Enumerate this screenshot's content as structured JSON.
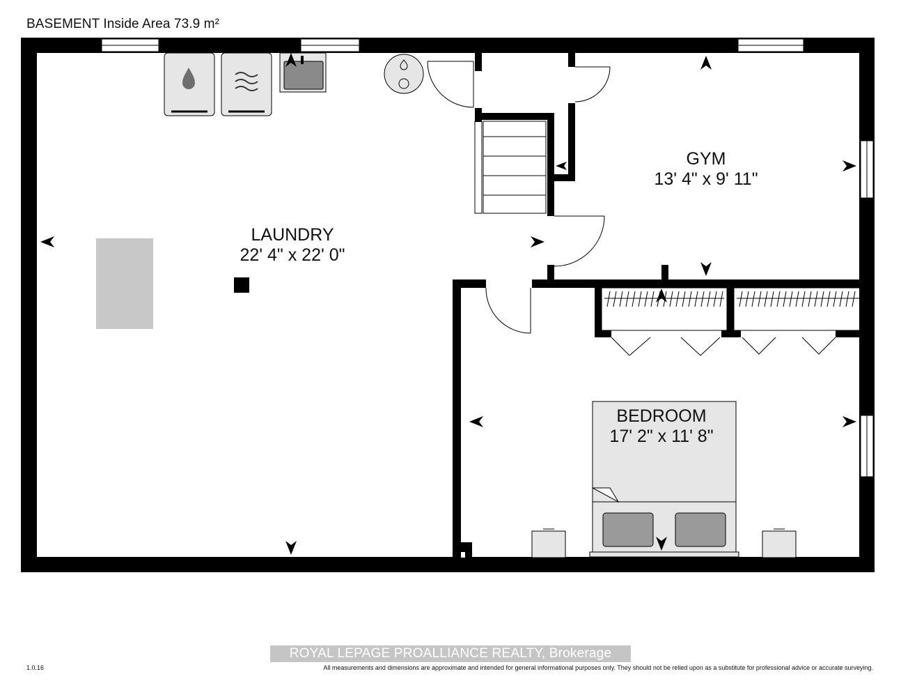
{
  "title": "BASEMENT Inside Area 73.9 m²",
  "rooms": {
    "laundry": {
      "name": "LAUNDRY",
      "dims": "22' 4\" x 22' 0\""
    },
    "gym": {
      "name": "GYM",
      "dims": "13' 4\" x 9' 11\""
    },
    "bedroom": {
      "name": "BEDROOM",
      "dims": "17' 2\" x 11' 8\""
    }
  },
  "watermark": "ROYAL LEPAGE PROALLIANCE REALTY, Brokerage",
  "version": "1.0.16",
  "disclaimer": "All measurements and dimensions are approximate and intended for general informational purposes only. They should not be relied upon as a substitute for professional advice or accurate surveying.",
  "colors": {
    "wall": "#000000",
    "fixture_fill": "#e6e6e6",
    "rug": "#c8c8c8",
    "watermark_bg": "#969696"
  },
  "icons": [
    "washer-icon",
    "dryer-icon",
    "sink-icon",
    "water-heater-icon",
    "door-swing-icon",
    "window-icon",
    "stairs-icon",
    "closet-icon",
    "bed-icon",
    "nightstand-icon",
    "measure-arrow-icon"
  ]
}
